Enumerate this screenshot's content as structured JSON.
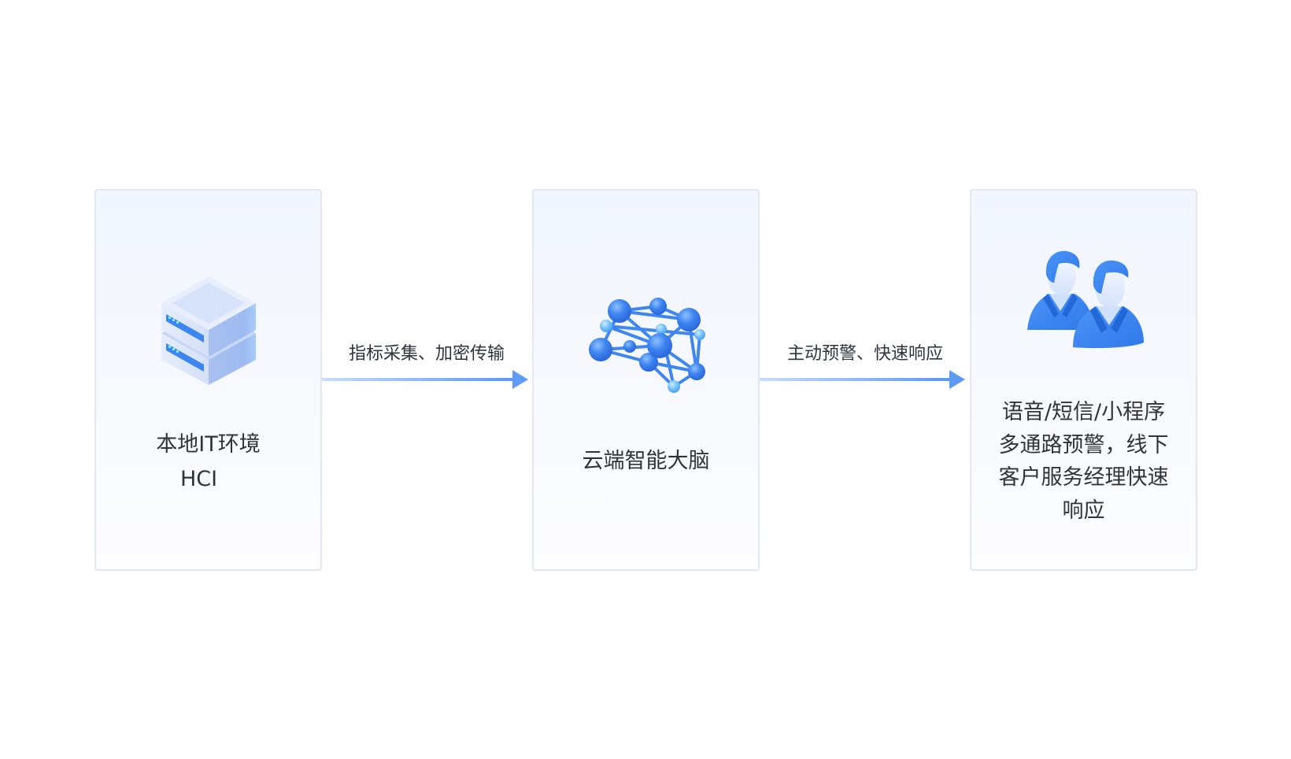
{
  "steps": [
    {
      "title": "本地IT环境",
      "subtitle": "HCI",
      "icon": "server-stack-icon"
    },
    {
      "title": "云端智能大脑",
      "icon": "neural-network-brain-icon"
    },
    {
      "lines": [
        "语音/短信/小程序",
        "多通路预警，线下",
        "客户服务经理快速",
        "响应"
      ],
      "icon": "users-group-icon"
    }
  ],
  "flows": [
    {
      "label": "指标采集、加密传输",
      "icon": "arrow-right-icon"
    },
    {
      "label": "主动预警、快速响应",
      "icon": "arrow-right-icon"
    }
  ],
  "colors": {
    "arrow": "#5e9bf7",
    "card_border": "#e3e7ef",
    "card_bg": "#f3f6fd",
    "text": "#2f333a",
    "icon_blue": "#3d84f0"
  }
}
